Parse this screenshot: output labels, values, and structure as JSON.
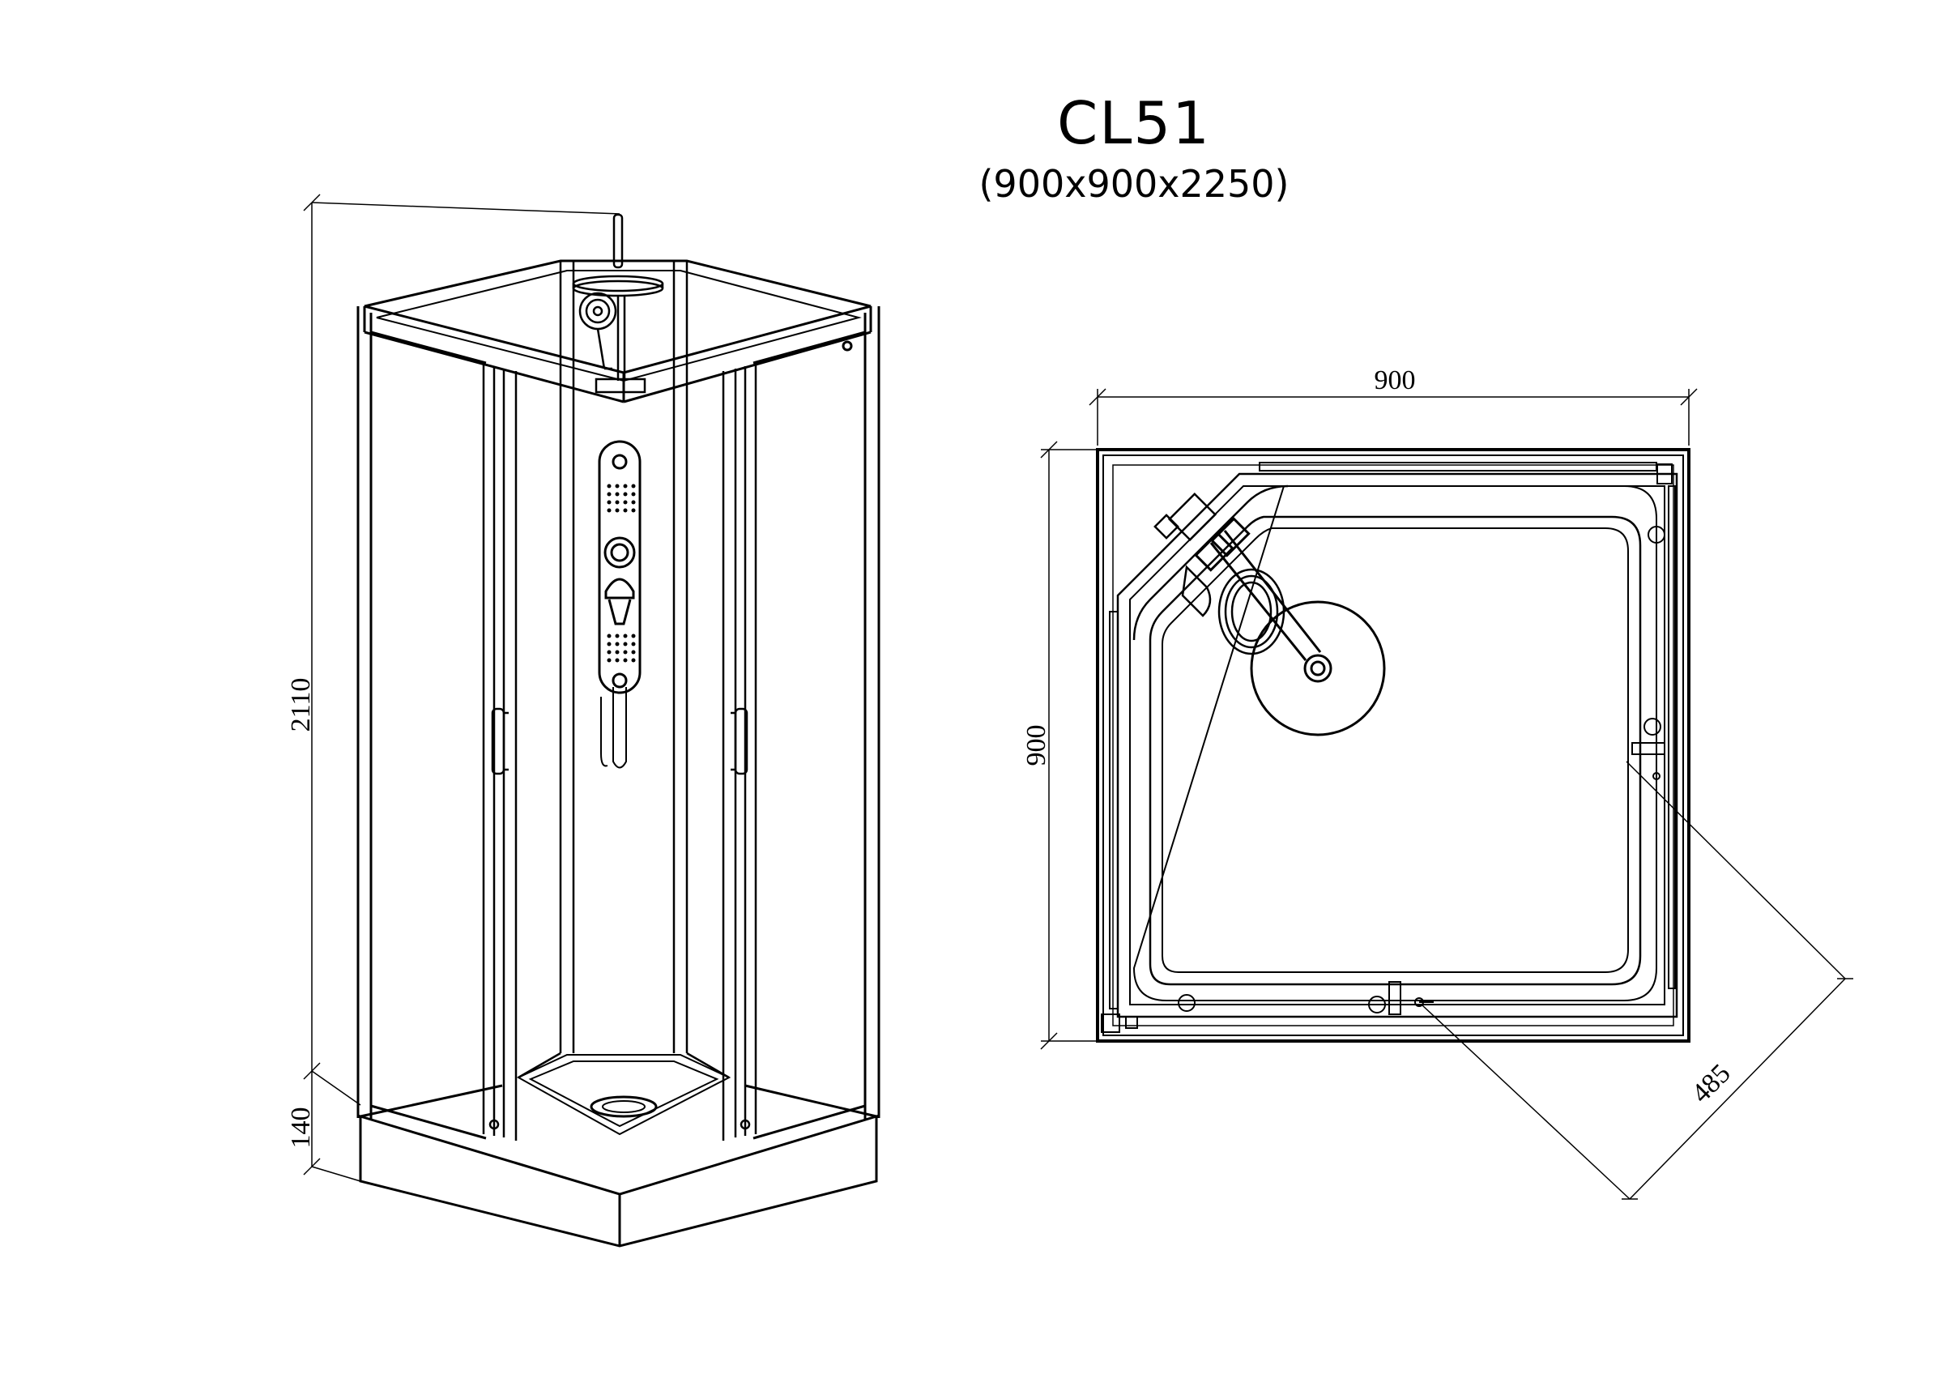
{
  "title": {
    "model": "CL51",
    "dimensions": "(900x900x2250)"
  },
  "front_view": {
    "dim_height_cabin": "2110",
    "dim_height_tray": "140"
  },
  "plan_view": {
    "dim_width": "900",
    "dim_depth": "900",
    "dim_diagonal": "485"
  },
  "colors": {
    "line": "#000000",
    "background": "#ffffff"
  }
}
